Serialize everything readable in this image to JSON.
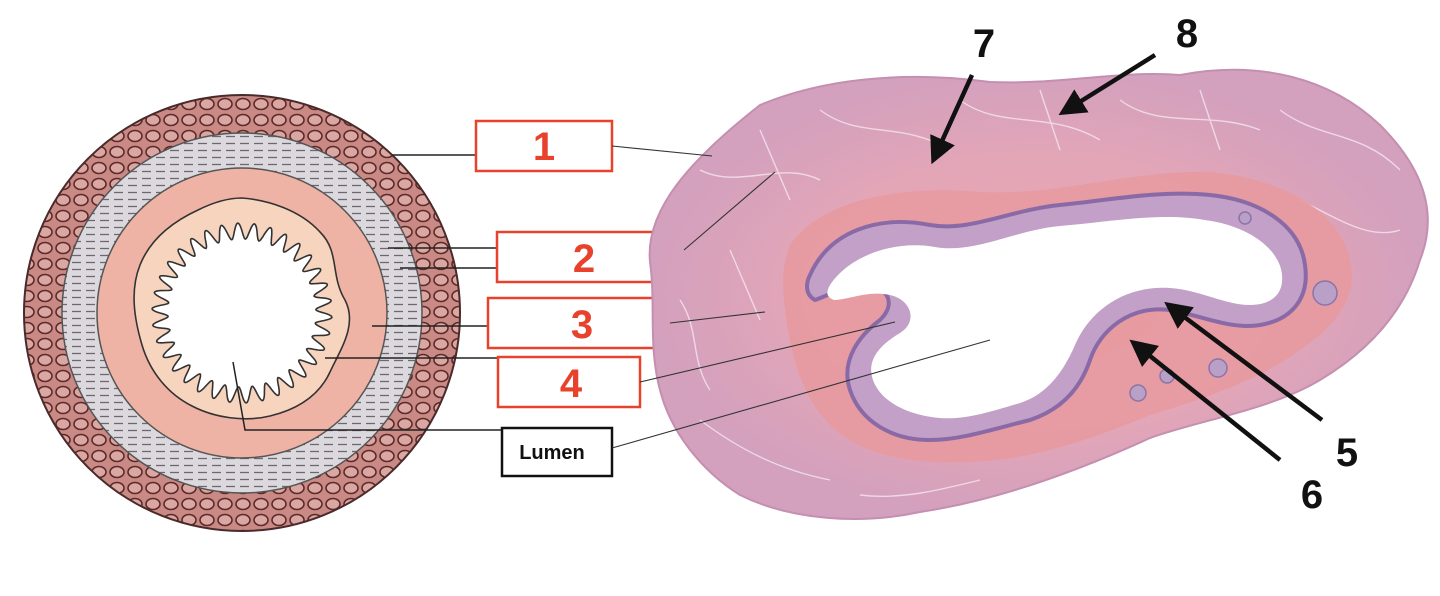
{
  "labels": {
    "box1": "1",
    "box2": "2",
    "box3": "3",
    "box4": "4",
    "lumen": "Lumen",
    "arrow5": "5",
    "arrow6": "6",
    "arrow7": "7",
    "arrow8": "8"
  },
  "colors": {
    "label_red": "#e8412c",
    "outer_muscle": "#c98a86",
    "circular_layer": "#d9d5da",
    "submucosa": "#efb3a6",
    "mucosa": "#f7d4bd",
    "tissue_outer": "#d59fb6",
    "tissue_inner": "#e7a0a6",
    "epithelium": "#a88bbc"
  }
}
